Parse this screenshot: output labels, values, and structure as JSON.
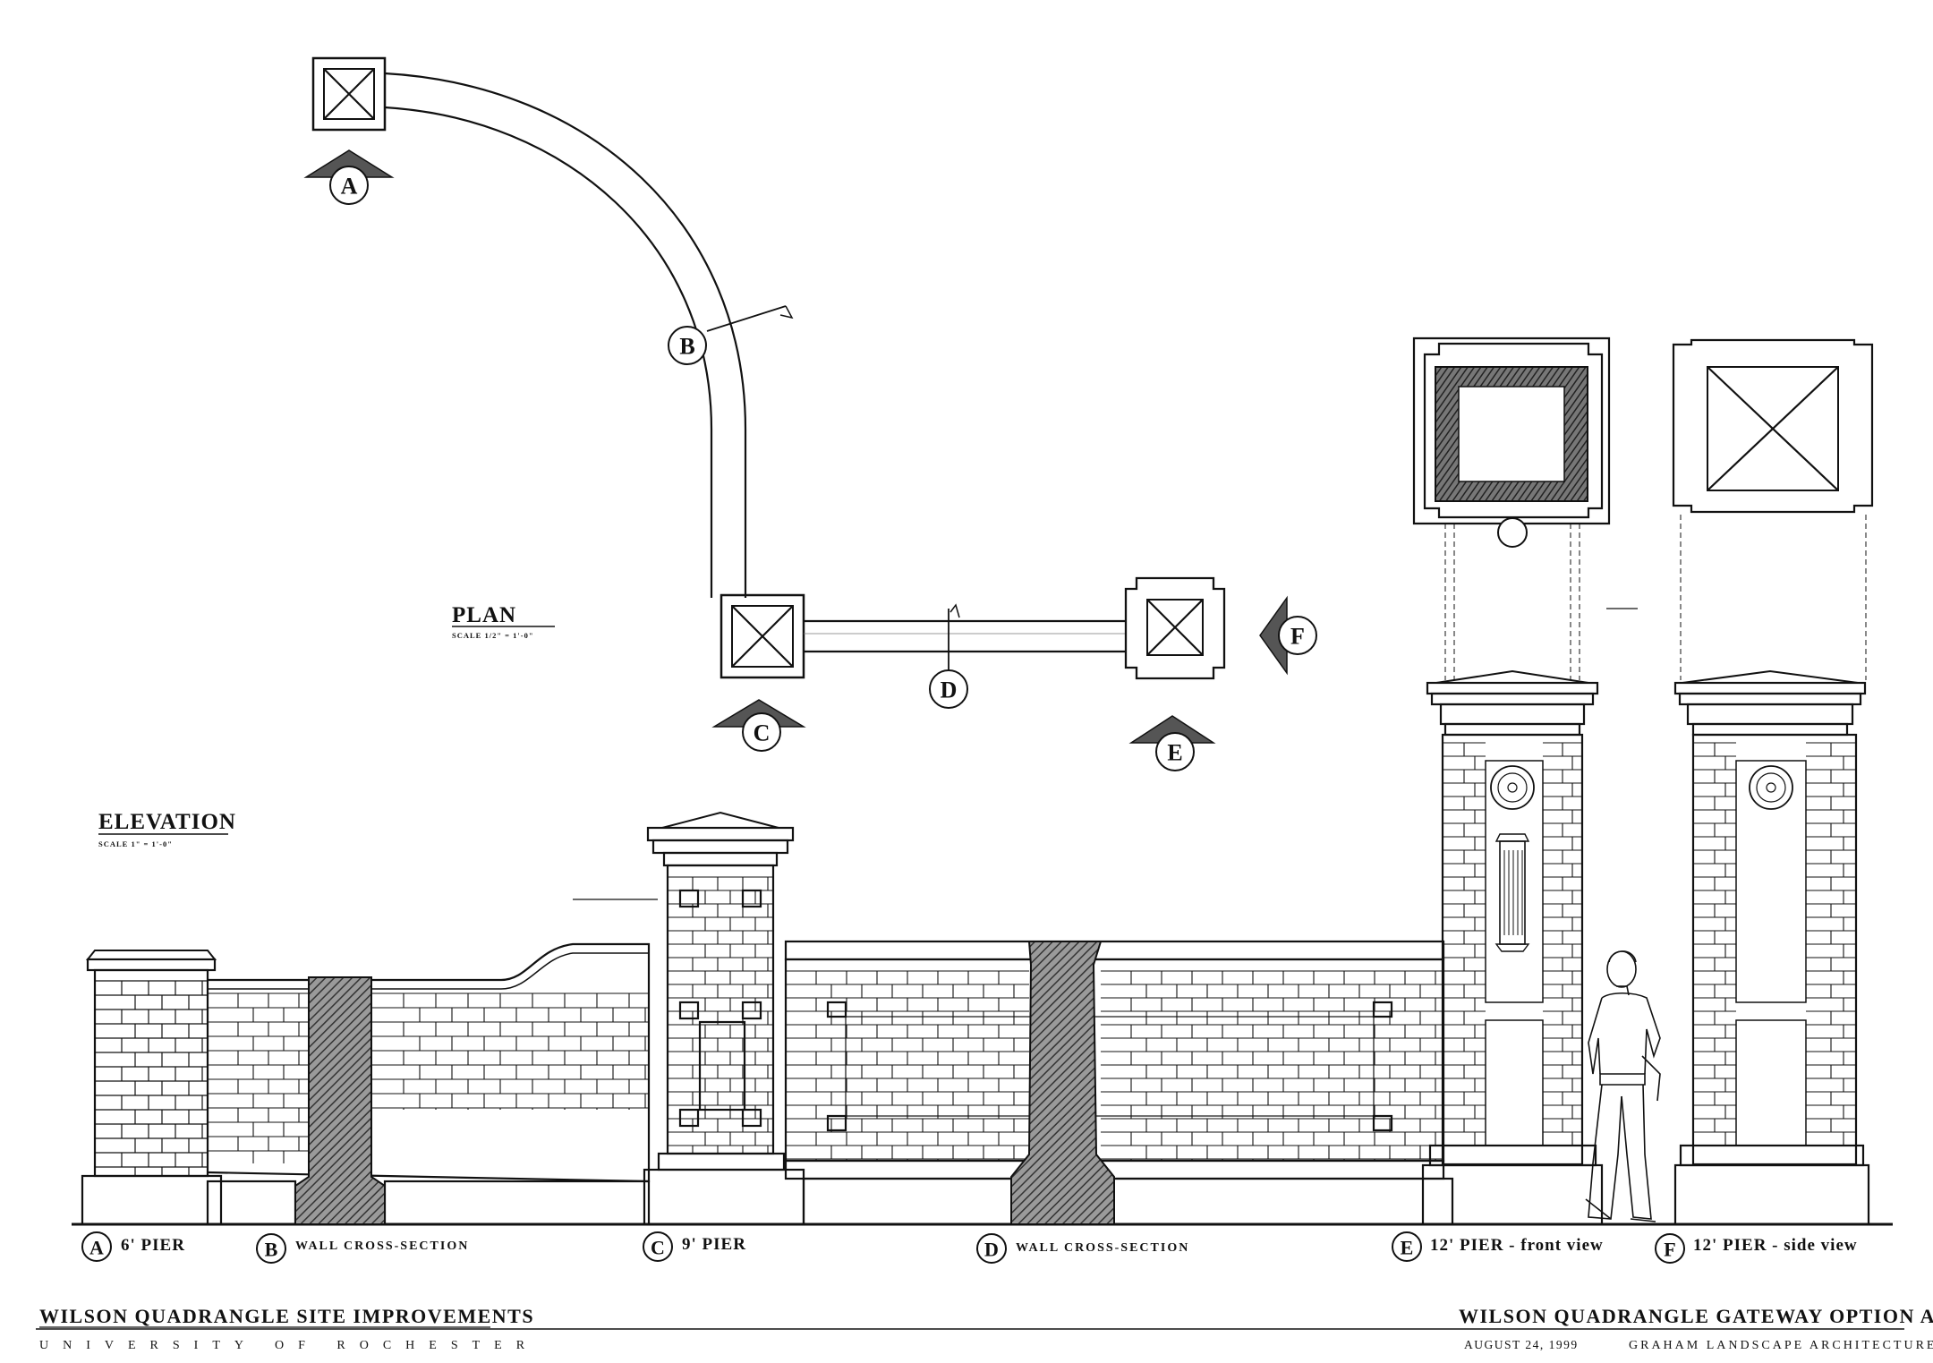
{
  "plan": {
    "title": "PLAN",
    "scale": "SCALE 1/2\" = 1'-0\""
  },
  "elevation": {
    "title": "ELEVATION",
    "scale": "SCALE 1\" = 1'-0\""
  },
  "plan_markers": {
    "A": "A",
    "B": "B",
    "C": "C",
    "D": "D",
    "E": "E",
    "F": "F"
  },
  "elevation_labels": [
    {
      "letter": "A",
      "text": "6' PIER"
    },
    {
      "letter": "B",
      "text": "WALL CROSS-SECTION"
    },
    {
      "letter": "C",
      "text": "9' PIER"
    },
    {
      "letter": "D",
      "text": "WALL CROSS-SECTION"
    },
    {
      "letter": "E",
      "text": "12' PIER - front view"
    },
    {
      "letter": "F",
      "text": "12' PIER - side view"
    }
  ],
  "title_block": {
    "project": "WILSON QUADRANGLE SITE IMPROVEMENTS",
    "client": "UNIVERSITY OF ROCHESTER",
    "sheet_title": "WILSON QUADRANGLE GATEWAY OPTION A",
    "date": "AUGUST 24, 1999",
    "firm": "GRAHAM LANDSCAPE ARCHITECTURE"
  },
  "colors": {
    "ink": "#111111",
    "paper": "#ffffff",
    "hatch": "#555555"
  }
}
